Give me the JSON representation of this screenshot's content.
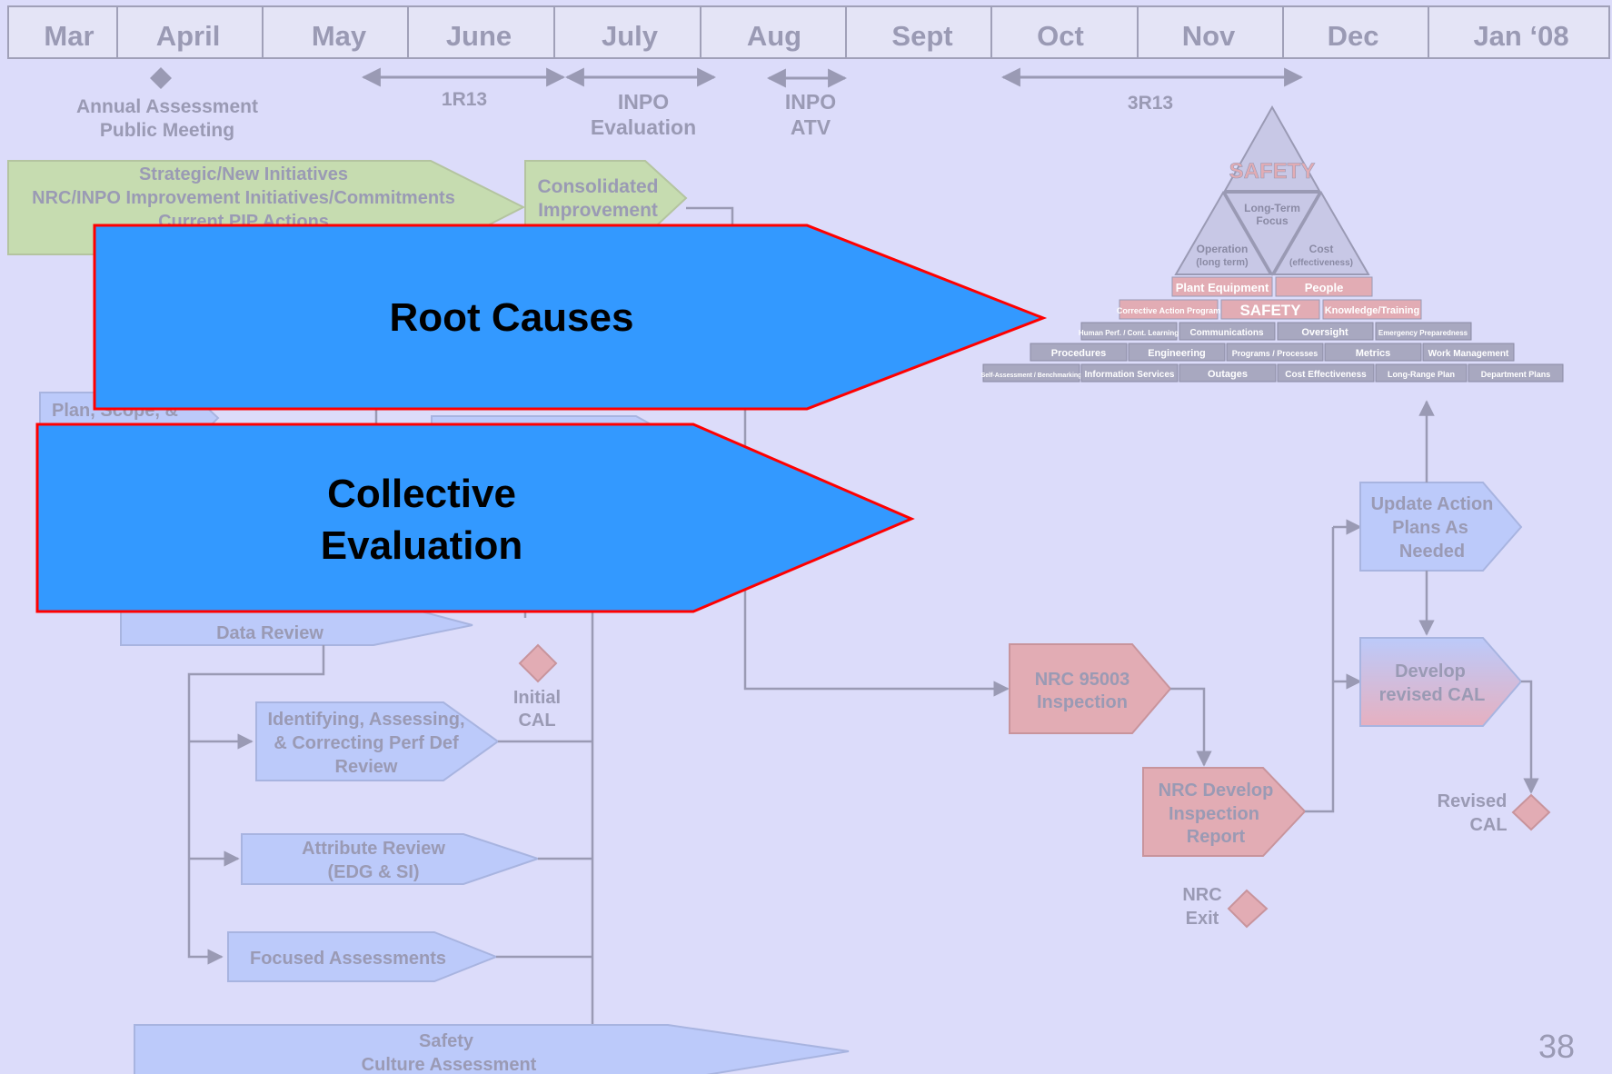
{
  "colors": {
    "background": "#dcdcfa",
    "faded_text": "#9a9ab4",
    "timeline_fill": "#e4e4f6",
    "timeline_border": "#a0a0b8",
    "green_box": "#c6dcb0",
    "blue_box": "#bccafa",
    "salmon_box": "#e2acb4",
    "highlight_fill": "#3399ff",
    "highlight_border": "#ff0000",
    "highlight_text": "#000000"
  },
  "timeline": {
    "months": [
      "Mar",
      "April",
      "May",
      "June",
      "July",
      "Aug",
      "Sept",
      "Oct",
      "Nov",
      "Dec",
      "Jan ‘08"
    ]
  },
  "milestones": {
    "annual_assessment": [
      "Annual Assessment",
      "Public Meeting"
    ],
    "r1r13": "1R13",
    "inpo_evaluation": [
      "INPO",
      "Evaluation"
    ],
    "inpo_atv": [
      "INPO",
      "ATV"
    ],
    "r3r13": "3R13"
  },
  "process": {
    "strategic": [
      "Strategic/New Initiatives",
      "NRC/INPO Improvement Initiatives/Commitments",
      "Current PIP Actions"
    ],
    "consolidated": [
      "Consolidated",
      "Improvement"
    ],
    "plan_scope": "Plan, Scope, &",
    "data_review": "Data Review",
    "initial_cal": [
      "Initial",
      "CAL"
    ],
    "identifying": [
      "Identifying, Assessing,",
      "& Correcting Perf Def",
      "Review"
    ],
    "attribute_review": [
      "Attribute Review",
      "(EDG & SI)"
    ],
    "focused": "Focused Assessments",
    "safety_culture": [
      "Safety",
      "Culture Assessment"
    ],
    "nrc_95003": [
      "NRC 95003",
      "Inspection"
    ],
    "nrc_report": [
      "NRC Develop",
      "Inspection",
      "Report"
    ],
    "nrc_exit": [
      "NRC",
      "Exit"
    ],
    "update_action": [
      "Update Action",
      "Plans As",
      "Needed"
    ],
    "develop_cal": [
      "Develop",
      "revised CAL"
    ],
    "revised_cal": [
      "Revised",
      "CAL"
    ]
  },
  "pyramid": {
    "apex": "SAFETY",
    "top_row": [
      "Long-Term",
      "Focus"
    ],
    "left": [
      "Operation",
      "(long term)"
    ],
    "right": [
      "Cost",
      "(effectiveness)"
    ],
    "row1": [
      "Plant Equipment",
      "People"
    ],
    "row2": [
      "Corrective Action Program",
      "SAFETY",
      "Knowledge/Training"
    ],
    "row3": [
      "Human Perf. / Cont. Learning",
      "Communications",
      "Oversight",
      "Emergency Preparedness"
    ],
    "row4": [
      "Procedures",
      "Engineering",
      "Programs / Processes",
      "Metrics",
      "Work Management"
    ],
    "row5": [
      "Self-Assessment / Benchmarking",
      "Information Services",
      "Outages",
      "Cost Effectiveness",
      "Long-Range Plan",
      "Department Plans"
    ]
  },
  "highlights": {
    "root_causes": "Root Causes",
    "collective": [
      "Collective",
      "Evaluation"
    ]
  },
  "page_number": "38"
}
